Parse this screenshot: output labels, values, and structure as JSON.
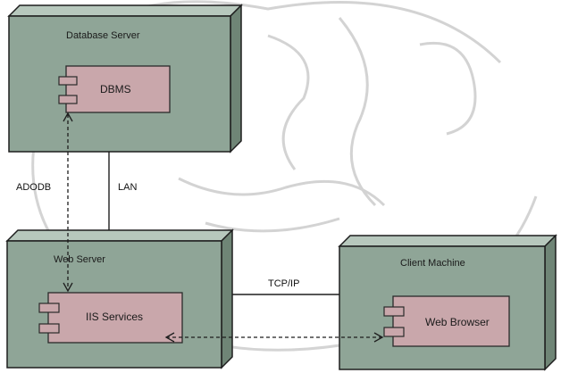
{
  "nodes": {
    "database_server": {
      "title": "Database Server"
    },
    "web_server": {
      "title": "Web Server"
    },
    "client_machine": {
      "title": "Client Machine"
    }
  },
  "components": {
    "dbms": {
      "label": "DBMS"
    },
    "iis": {
      "label": "IIS Services"
    },
    "browser": {
      "label": "Web Browser"
    }
  },
  "connections": {
    "adodb": "ADODB",
    "lan": "LAN",
    "tcpip": "TCP/IP"
  },
  "colors": {
    "node_fill": "#8fa597",
    "node_top": "#b7c8bd",
    "node_side": "#6f8576",
    "node_stroke": "#1e1e1e",
    "component_fill": "#c9a7ab",
    "component_stroke": "#2a2a2a",
    "watermark": "#c8c8c8"
  }
}
